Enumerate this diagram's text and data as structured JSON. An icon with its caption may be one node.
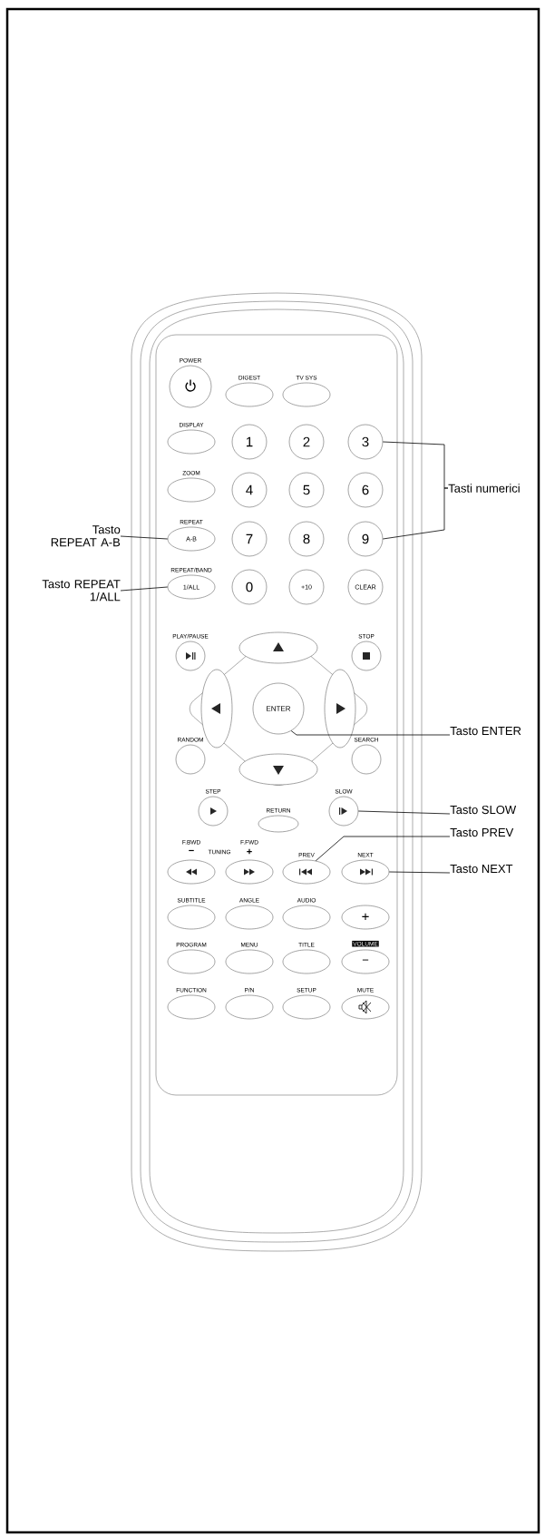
{
  "diagram": {
    "nodes": [
      {
        "text": [
          "POWER"
        ]
      },
      {
        "text": [
          "DIGEST"
        ]
      },
      {
        "text": [
          "TV SYS"
        ]
      },
      {
        "text": [
          "DISPLAY"
        ]
      },
      {
        "text": [
          "1"
        ]
      },
      {
        "text": [
          "2"
        ]
      },
      {
        "text": [
          "3"
        ]
      },
      {
        "text": [
          "ZOOM"
        ]
      },
      {
        "text": [
          "4"
        ]
      },
      {
        "text": [
          "5"
        ]
      },
      {
        "text": [
          "6"
        ]
      },
      {
        "text": [
          "REPEAT",
          "A-B"
        ]
      },
      {
        "text": [
          "7"
        ]
      },
      {
        "text": [
          "8"
        ]
      },
      {
        "text": [
          "9"
        ]
      },
      {
        "text": [
          "REPEAT/BAND",
          "1/ALL"
        ]
      },
      {
        "text": [
          "0"
        ]
      },
      {
        "text": [
          "+10"
        ]
      },
      {
        "text": [
          "CLEAR"
        ]
      },
      {
        "text": [
          "PLAY/PAUSE"
        ]
      },
      {
        "text": [
          "STOP"
        ]
      },
      {
        "text": [],
        "shape": "box"
      },
      {
        "text": [],
        "shape": "box"
      },
      {
        "text": [
          "ENTER"
        ]
      },
      {
        "text": [],
        "shape": "box"
      },
      {
        "text": [
          "RANDOM"
        ]
      },
      {
        "text": [
          "SEARCH"
        ]
      },
      {
        "text": [],
        "shape": "box"
      },
      {
        "text": [
          "STEP"
        ]
      },
      {
        "text": [
          "RETURN"
        ]
      },
      {
        "text": [
          "SLOW"
        ]
      },
      {
        "text": [
          "F.BWD"
        ]
      },
      {
        "text": [
          "F.FWD"
        ]
      },
      {
        "text": [
          "PREV"
        ]
      },
      {
        "text": [
          "NEXT"
        ]
      },
      {
        "text": [
          "SUBTITLE"
        ]
      },
      {
        "text": [
          "ANGLE"
        ]
      },
      {
        "text": [
          "AUDIO"
        ]
      },
      {
        "text": [
          "+"
        ]
      },
      {
        "text": [
          "PROGRAM"
        ]
      },
      {
        "text": [
          "MENU"
        ]
      },
      {
        "text": [
          "TITLE"
        ]
      },
      {
        "text": [
          "VOLUME",
          "−"
        ]
      },
      {
        "text": [
          "FUNCTION"
        ]
      },
      {
        "text": [
          "P/N"
        ]
      },
      {
        "text": [
          "SETUP"
        ]
      },
      {
        "text": [
          "MUTE"
        ]
      },
      {
        "text": [
          "Tasto REPEAT A-B"
        ]
      },
      {
        "text": [
          "Tasto REPEAT 1/ALL"
        ]
      },
      {
        "text": [
          "Tasti numerici"
        ]
      },
      {
        "text": [
          "Tasto ENTER"
        ]
      },
      {
        "text": [
          "Tasto SLOW"
        ]
      },
      {
        "text": [
          "Tasto PREV"
        ]
      },
      {
        "text": [
          "Tasto NEXT"
        ]
      }
    ],
    "edges": [
      {
        "from": 47,
        "to": 11,
        "arrow": "none"
      },
      {
        "from": 48,
        "to": 15,
        "arrow": "none"
      },
      {
        "from": 49,
        "to": 6,
        "arrow": "none"
      },
      {
        "from": 49,
        "to": 14,
        "arrow": "none"
      },
      {
        "from": 50,
        "to": 23,
        "arrow": "none"
      },
      {
        "from": 51,
        "to": 30,
        "arrow": "none"
      },
      {
        "from": 52,
        "to": 33,
        "arrow": "none"
      },
      {
        "from": 53,
        "to": 34,
        "arrow": "none"
      }
    ],
    "labels": [
      "−",
      "TUNING",
      "+"
    ]
  }
}
